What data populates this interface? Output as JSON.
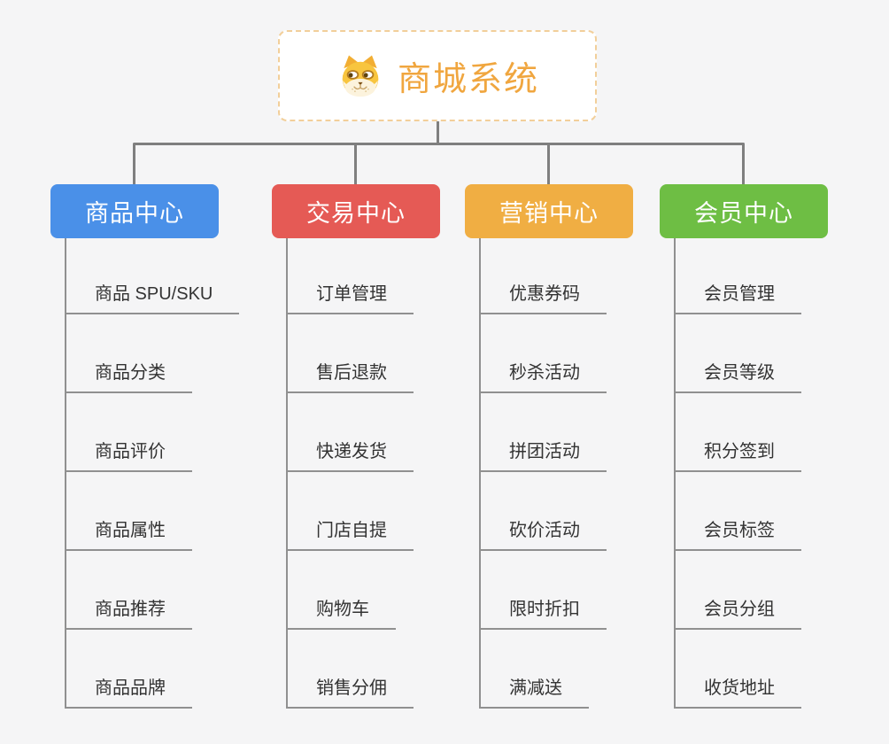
{
  "background_color": "#f5f5f6",
  "connector_color": "#7f7f7f",
  "line_color": "#909090",
  "root": {
    "label": "商城系统",
    "text_color": "#f0a63f",
    "border_color": "#f2cf9a",
    "icon": "shiba-dog-icon"
  },
  "branches": [
    {
      "label": "商品中心",
      "color": "#4a90e8",
      "items": [
        "商品 SPU/SKU",
        "商品分类",
        "商品评价",
        "商品属性",
        "商品推荐",
        "商品品牌"
      ]
    },
    {
      "label": "交易中心",
      "color": "#e55a55",
      "items": [
        "订单管理",
        "售后退款",
        "快递发货",
        "门店自提",
        "购物车",
        "销售分佣"
      ]
    },
    {
      "label": "营销中心",
      "color": "#f0ae43",
      "items": [
        "优惠券码",
        "秒杀活动",
        "拼团活动",
        "砍价活动",
        "限时折扣",
        "满减送"
      ]
    },
    {
      "label": "会员中心",
      "color": "#6ebe44",
      "items": [
        "会员管理",
        "会员等级",
        "积分签到",
        "会员标签",
        "会员分组",
        "收货地址"
      ]
    }
  ]
}
